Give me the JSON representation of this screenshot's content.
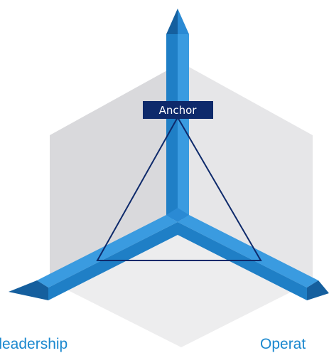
{
  "diagram": {
    "top_label": "Anchor",
    "bottom_left_label": "y leadership",
    "bottom_right_label": "Operat",
    "colors": {
      "hexagon_light": "#ebebeb",
      "hexagon_dark": "#d9d9dc",
      "arrow_main": "#1f7fc6",
      "arrow_highlight": "#3a9be0",
      "arrow_shadow": "#155f9e",
      "triangle_stroke": "#0e2a6b",
      "label_box": "#0e2a6b",
      "label_text": "#1a88cf"
    }
  }
}
